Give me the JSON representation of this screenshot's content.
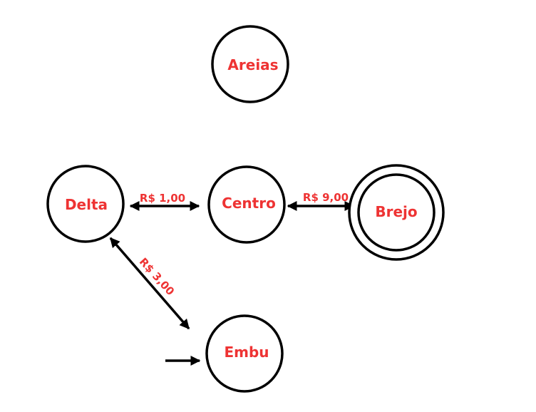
{
  "diagram": {
    "states": {
      "areias": "Areias",
      "delta": "Delta",
      "centro": "Centro",
      "brejo": "Brejo",
      "embu": "Embu"
    },
    "transitions": {
      "delta_centro": "R$ 1,00",
      "centro_brejo": "R$ 9,00",
      "delta_embu": "R$ 3,00"
    },
    "start_state": "Embu",
    "accepting_state": "Brejo"
  },
  "colors": {
    "label_red": "#ee3333",
    "stroke": "#000000",
    "background": "#ffffff"
  }
}
